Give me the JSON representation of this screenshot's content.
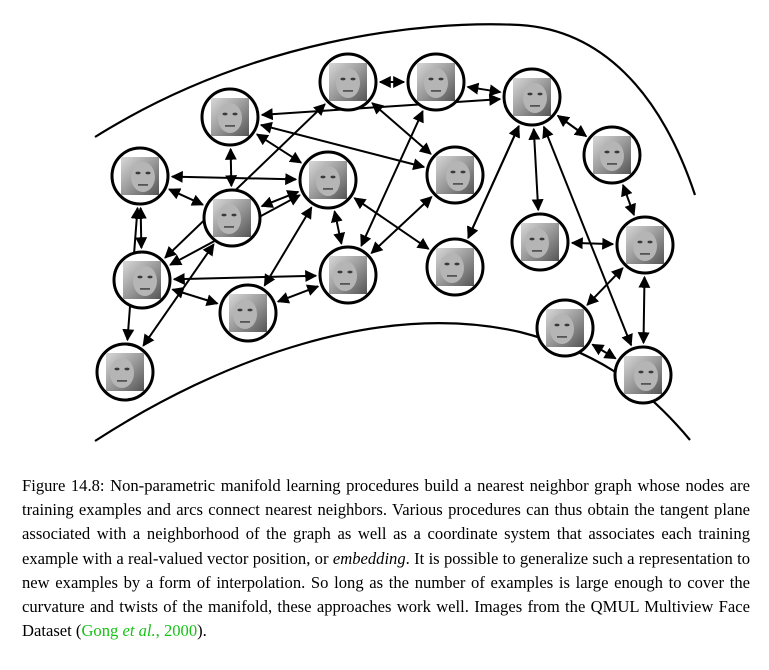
{
  "figure": {
    "nodes": [
      {
        "id": "n1",
        "icon": "face-photo-icon"
      },
      {
        "id": "n2",
        "icon": "face-photo-icon"
      },
      {
        "id": "n3",
        "icon": "face-photo-icon"
      },
      {
        "id": "n4",
        "icon": "face-photo-icon"
      },
      {
        "id": "n5",
        "icon": "face-photo-icon"
      },
      {
        "id": "n6",
        "icon": "face-photo-icon"
      },
      {
        "id": "n7",
        "icon": "face-photo-icon"
      },
      {
        "id": "n8",
        "icon": "face-photo-icon"
      },
      {
        "id": "n9",
        "icon": "face-photo-icon"
      },
      {
        "id": "n10",
        "icon": "face-photo-icon"
      },
      {
        "id": "n11",
        "icon": "face-photo-icon"
      },
      {
        "id": "n12",
        "icon": "face-photo-icon"
      },
      {
        "id": "n13",
        "icon": "face-photo-icon"
      },
      {
        "id": "n14",
        "icon": "face-photo-icon"
      },
      {
        "id": "n15",
        "icon": "face-photo-icon"
      },
      {
        "id": "n16",
        "icon": "face-photo-icon"
      },
      {
        "id": "n17",
        "icon": "face-photo-icon"
      },
      {
        "id": "n18",
        "icon": "face-photo-icon"
      },
      {
        "id": "n19",
        "icon": "face-photo-icon"
      }
    ],
    "edges": [
      [
        "n1",
        "n4"
      ],
      [
        "n4",
        "n2"
      ],
      [
        "n4",
        "n5"
      ],
      [
        "n4",
        "n3"
      ],
      [
        "n1",
        "n3"
      ],
      [
        "n3",
        "n6"
      ],
      [
        "n6",
        "n7"
      ],
      [
        "n7",
        "n5"
      ],
      [
        "n5",
        "n10"
      ],
      [
        "n2",
        "n5"
      ],
      [
        "n5",
        "n6"
      ],
      [
        "n2",
        "n9"
      ],
      [
        "n9",
        "n10"
      ],
      [
        "n9",
        "n8"
      ],
      [
        "n8",
        "n11"
      ],
      [
        "n10",
        "n11"
      ],
      [
        "n6",
        "n10"
      ],
      [
        "n6",
        "n8"
      ],
      [
        "n7",
        "n10"
      ],
      [
        "n2",
        "n12"
      ],
      [
        "n12",
        "n13"
      ],
      [
        "n5",
        "n13"
      ],
      [
        "n3",
        "n5"
      ],
      [
        "n14",
        "n15"
      ],
      [
        "n15",
        "n16"
      ],
      [
        "n16",
        "n17"
      ],
      [
        "n12",
        "n14"
      ],
      [
        "n13",
        "n15"
      ],
      [
        "n11",
        "n15"
      ],
      [
        "n14",
        "n17"
      ],
      [
        "n15",
        "n18"
      ],
      [
        "n17",
        "n18"
      ],
      [
        "n18",
        "n19"
      ],
      [
        "n17",
        "n19"
      ]
    ]
  },
  "caption": {
    "label": "Figure 14.8:",
    "text_1": "Non-parametric manifold learning procedures build a nearest neighbor graph whose nodes are training examples and arcs connect nearest neighbors. Various procedures can thus obtain the tangent plane associated with a neighborhood of the graph as well as a coordinate system that associates each training example with a real-valued vector position, or",
    "emphasis": "embedding",
    "text_2": ". It is possible to generalize such a representation to new examples by a form of interpolation. So long as the number of examples is large enough to cover the curvature and twists of the manifold, these approaches work well. Images from the QMUL Multiview Face Dataset (",
    "cite_author": "Gong",
    "cite_etal": "et al.",
    "cite_sep": ", ",
    "cite_year": "2000",
    "text_3": ").",
    "cite_color": "#17c217"
  }
}
